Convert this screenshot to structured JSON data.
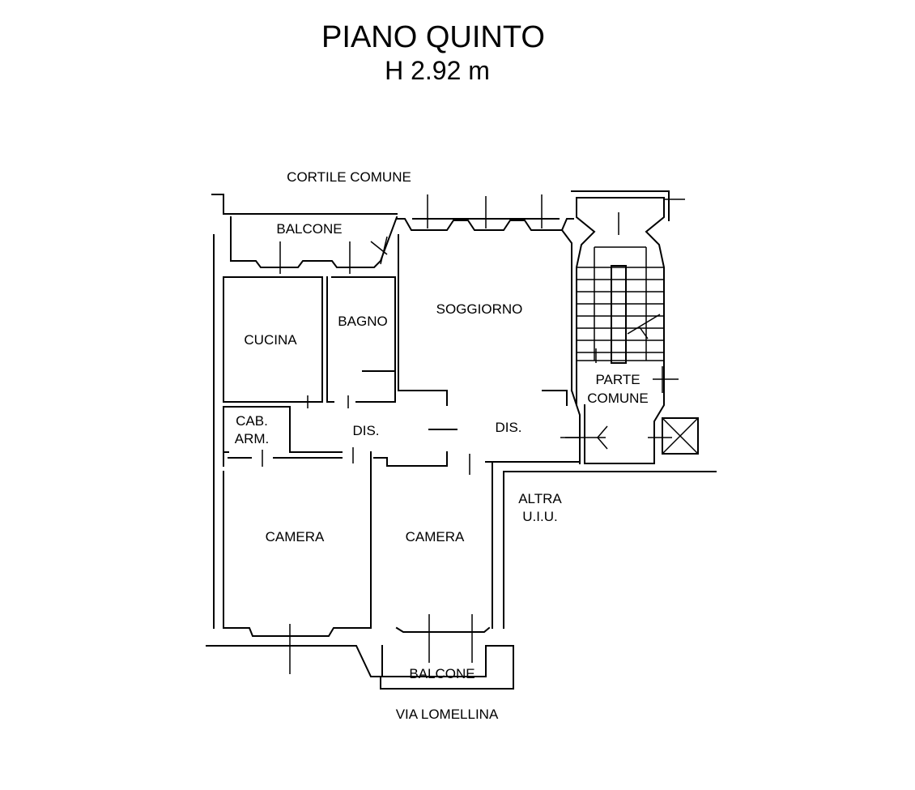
{
  "title": {
    "floor": "PIANO QUINTO",
    "height": "H 2.92 m"
  },
  "surroundings": {
    "courtyard": "CORTILE COMUNE",
    "street": "VIA LOMELLINA",
    "other_unit_line1": "ALTRA",
    "other_unit_line2": "U.I.U."
  },
  "rooms": {
    "balcony_north": "BALCONE",
    "kitchen": "CUCINA",
    "bathroom": "BAGNO",
    "living_room": "SOGGIORNO",
    "closet_line1": "CAB.",
    "closet_line2": "ARM.",
    "hallway_west": "DIS.",
    "hallway_east": "DIS.",
    "bedroom_west": "CAMERA",
    "bedroom_east": "CAMERA",
    "balcony_south": "BALCONE",
    "common_area_line1": "PARTE",
    "common_area_line2": "COMUNE"
  }
}
